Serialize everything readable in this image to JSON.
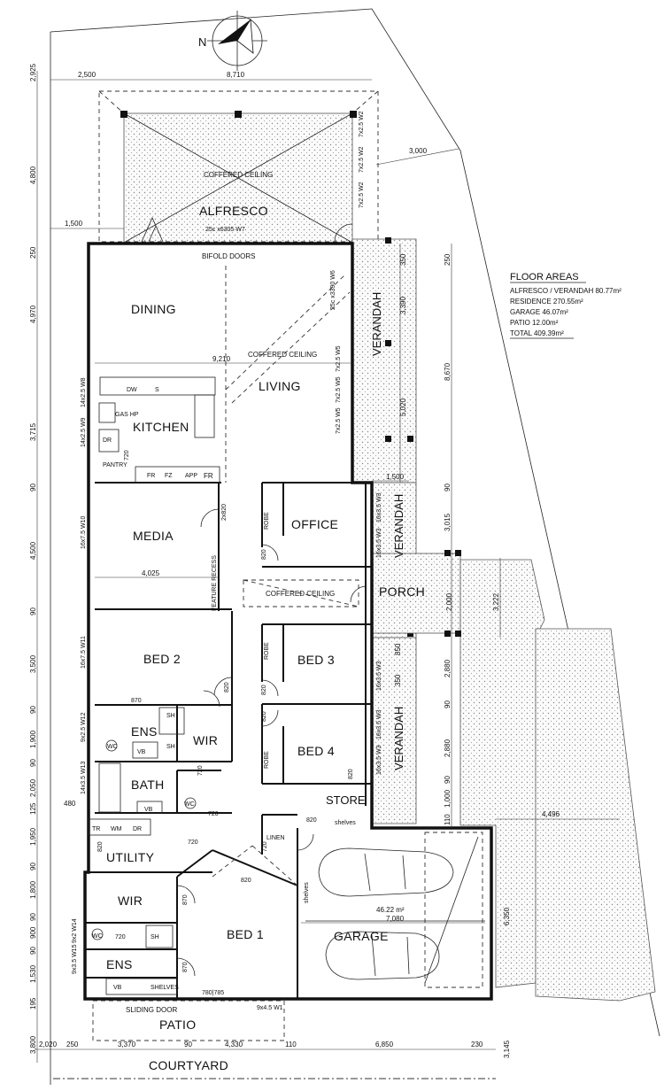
{
  "north": {
    "label": "N"
  },
  "rooms": {
    "alfresco": "ALFRESCO",
    "coffered_alfresco": "COFFERED CEILING",
    "bifold": "BIFOLD DOORS",
    "dining": "DINING",
    "living": "LIVING",
    "coffered_living": "COFFERED CEILING",
    "kitchen": "KITCHEN",
    "pantry": "PANTRY",
    "media": "MEDIA",
    "office": "OFFICE",
    "coffered_office": "COFFERED CEILING",
    "feature": "FEATURE RECESS",
    "porch": "PORCH",
    "bed2": "BED 2",
    "bed3": "BED 3",
    "bed4": "BED 4",
    "ens1": "ENS",
    "wir1": "WIR",
    "bath": "BATH",
    "store": "STORE",
    "utility": "UTILITY",
    "wir2": "WIR",
    "bed1": "BED 1",
    "ens2": "ENS",
    "garage": "GARAGE",
    "garage_area": "46.22 m²",
    "linen": "LINEN",
    "patio": "PATIO",
    "sliding": "SLIDING DOOR",
    "courtyard": "COURTYARD",
    "verandah": "VERANDAH",
    "robe": "ROBE",
    "shelves": "shelves",
    "shelves_caps": "SHELVES"
  },
  "floor_areas": {
    "title": "FLOOR AREAS",
    "lines": [
      "ALFRESCO / VERANDAH 80.77m²",
      "RESIDENCE 270.55m²",
      "GARAGE 46.07m²",
      "PATIO 12.00m²"
    ],
    "total": "TOTAL 409.39m²"
  },
  "fixtures": {
    "dw": "DW",
    "s": "S",
    "gas": "GAS HP",
    "fr": "FR",
    "fz": "FZ",
    "app": "APP",
    "dr": "DR",
    "sh": "SH",
    "wc": "WC",
    "vb": "VB",
    "tr": "TR",
    "wm": "WM"
  },
  "windows": {
    "w7": "25c x6305 W7",
    "w6": "25c x3390 W6",
    "w8": "14x2.5 W8",
    "w9": "14x2.5 W9",
    "w10": "16x7.5 W10",
    "w11": "16x7.5 W11",
    "w12": "9x2.5 W12",
    "w13": "14x3.5 W13",
    "w14": "9x2 W14",
    "w15": "9x3.5 W15",
    "w1": "9x4.5 W1",
    "w2": "7x2.5 W2",
    "w3": "16x3.5 W3",
    "w5": "7x2.5 W5",
    "door2820": "2x820",
    "door720": "720",
    "door820": "820",
    "door870": "870",
    "door780": "780|785"
  },
  "dimensions": {
    "top_2500": "2,500",
    "top_8710": "8,710",
    "top_1500": "1,500",
    "top_3000": "3,000",
    "width_9210": "9,210",
    "width_4025": "4,025",
    "width_7080": "7,080",
    "width_4496": "4,496",
    "ver_1500": "1,500",
    "left": [
      "2,925",
      "4,800",
      "250",
      "4,970",
      "3,715",
      "90",
      "4,500",
      "90",
      "3,500",
      "90",
      "1,900",
      "90",
      "2,050",
      "125",
      "1,950",
      "90",
      "1,800",
      "90",
      "900",
      "90",
      "1,530",
      "195",
      "3,800"
    ],
    "left_480": "480",
    "right_mid": [
      "250",
      "8,670",
      "90",
      "3,015",
      "3,222",
      "2,880",
      "90",
      "2,880",
      "90",
      "1,000",
      "110",
      "6,350",
      "3,145"
    ],
    "ver_inner": [
      "350",
      "3,390",
      "5,020",
      "2,000",
      "350",
      "850"
    ],
    "bottom": [
      "2,020",
      "250",
      "3,370",
      "90",
      "4,330",
      "110",
      "6,850",
      "230"
    ]
  }
}
